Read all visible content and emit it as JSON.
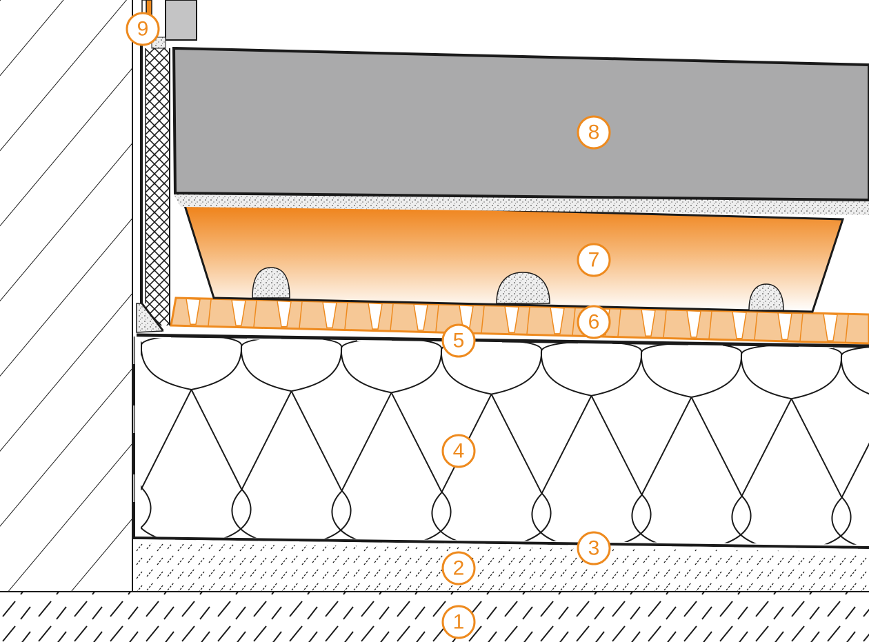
{
  "colors": {
    "accent": "#ee8a1e",
    "line": "#1a1a1a",
    "tile": "#aaaaab",
    "tile_pale": "#c4c4c5",
    "mortar": "#e7e7e7",
    "drain_fill": "#f6c896",
    "background": "#ffffff"
  },
  "labels": [
    {
      "id": "1",
      "text": "1",
      "icon": "circled-number-icon"
    },
    {
      "id": "2",
      "text": "2",
      "icon": "circled-number-icon"
    },
    {
      "id": "3",
      "text": "3",
      "icon": "circled-number-icon"
    },
    {
      "id": "4",
      "text": "4",
      "icon": "circled-number-icon"
    },
    {
      "id": "5",
      "text": "5",
      "icon": "circled-number-icon"
    },
    {
      "id": "6",
      "text": "6",
      "icon": "circled-number-icon"
    },
    {
      "id": "7",
      "text": "7",
      "icon": "circled-number-icon"
    },
    {
      "id": "8",
      "text": "8",
      "icon": "circled-number-icon"
    },
    {
      "id": "9",
      "text": "9",
      "icon": "circled-number-icon"
    }
  ]
}
